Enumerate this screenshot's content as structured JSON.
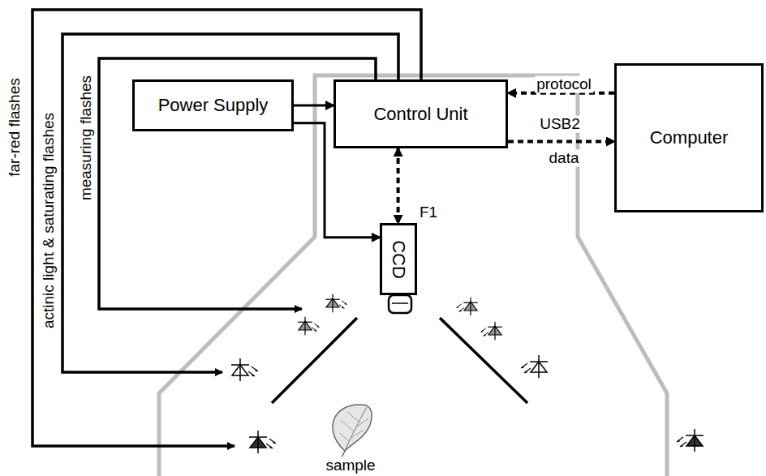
{
  "diagram": {
    "nodes": [
      {
        "text": [
          "Power Supply"
        ]
      },
      {
        "text": [
          "Control Unit"
        ]
      },
      {
        "text": [
          "Computer"
        ]
      },
      {
        "text": [
          "CCD"
        ]
      }
    ],
    "edges": [
      {
        "from": 0,
        "to": 1,
        "arrow": "to"
      },
      {
        "from": 0,
        "to": 3,
        "arrow": "to"
      },
      {
        "from": 1,
        "to": 3,
        "arrow": "both"
      },
      {
        "from": 2,
        "to": 1,
        "label": "protocol",
        "arrow": "to"
      },
      {
        "from": 1,
        "to": 2,
        "label": "data",
        "arrow": "to"
      }
    ],
    "labels": [
      "far-red flashes",
      "actinic light & saturating flashes",
      "measuring flashes",
      "USB2",
      "F1",
      "sample"
    ]
  }
}
